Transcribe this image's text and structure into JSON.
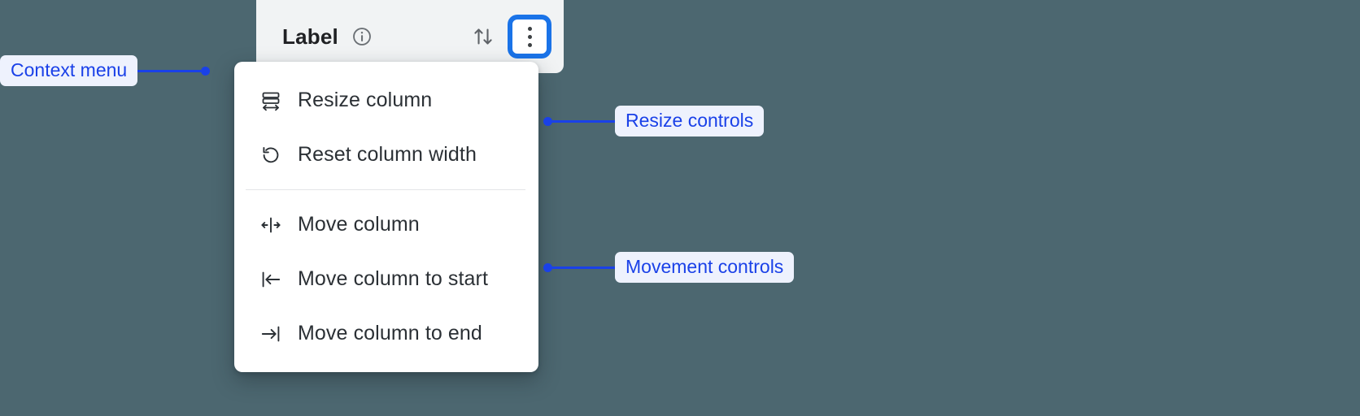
{
  "background_color": "#4c6770",
  "accent_color": "#1a41e8",
  "focus_ring_color": "#1a73e8",
  "column_header": {
    "title": "Label",
    "info_icon": "info-circle-icon",
    "sort_icon": "sort-arrows-icon",
    "menu_icon": "kebab-menu-icon",
    "panel_color": "#f1f3f4"
  },
  "context_menu": {
    "groups": [
      {
        "name": "resize",
        "items": [
          {
            "icon": "resize-column-icon",
            "label": "Resize column"
          },
          {
            "icon": "reset-width-icon",
            "label": "Reset column width"
          }
        ]
      },
      {
        "name": "movement",
        "items": [
          {
            "icon": "move-column-icon",
            "label": "Move column"
          },
          {
            "icon": "move-to-start-icon",
            "label": "Move column to start"
          },
          {
            "icon": "move-to-end-icon",
            "label": "Move column to end"
          }
        ]
      }
    ]
  },
  "annotations": [
    {
      "id": "context-menu",
      "label": "Context menu"
    },
    {
      "id": "resize-controls",
      "label": "Resize controls"
    },
    {
      "id": "movement-controls",
      "label": "Movement controls"
    }
  ]
}
